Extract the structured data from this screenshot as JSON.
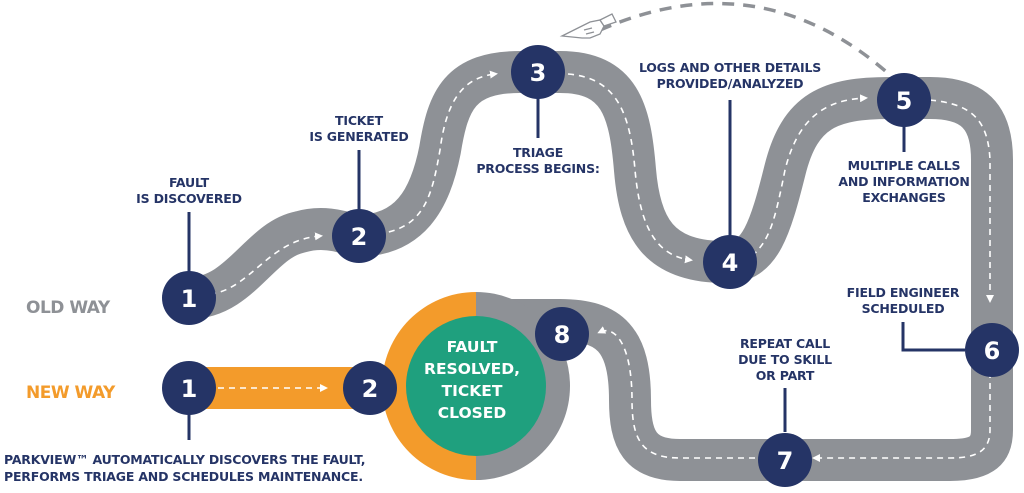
{
  "colors": {
    "navy": "#253466",
    "road_gray": "#8e9196",
    "orange": "#f39b2b",
    "green": "#1fa07e",
    "old_way_text": "#8e9196",
    "new_way_text": "#f39b2b"
  },
  "old_way": {
    "label": "OLD WAY",
    "steps": [
      {
        "number": "1",
        "label_lines": [
          "FAULT",
          "IS DISCOVERED"
        ]
      },
      {
        "number": "2",
        "label_lines": [
          "TICKET",
          "IS GENERATED"
        ]
      },
      {
        "number": "3",
        "label_lines": [
          "TRIAGE",
          "PROCESS BEGINS:"
        ]
      },
      {
        "number": "4",
        "label_lines": [
          "LOGS AND OTHER DETAILS",
          "PROVIDED/ANALYZED"
        ]
      },
      {
        "number": "5",
        "label_lines": [
          "MULTIPLE CALLS",
          "AND INFORMATION",
          "EXCHANGES"
        ]
      },
      {
        "number": "6",
        "label_lines": [
          "FIELD ENGINEER",
          "SCHEDULED"
        ]
      },
      {
        "number": "7",
        "label_lines": [
          "REPEAT CALL",
          "DUE TO SKILL",
          "OR PART"
        ]
      },
      {
        "number": "8",
        "label_lines": []
      }
    ],
    "loop_icon": "pointing-hand-icon"
  },
  "new_way": {
    "label": "NEW WAY",
    "steps": [
      {
        "number": "1"
      },
      {
        "number": "2"
      }
    ],
    "description_lines": [
      "PARKVIEW™ AUTOMATICALLY DISCOVERS THE FAULT,",
      "PERFORMS TRIAGE AND SCHEDULES MAINTENANCE."
    ]
  },
  "outcome": {
    "lines": [
      "FAULT",
      "RESOLVED,",
      "TICKET",
      "CLOSED"
    ]
  }
}
